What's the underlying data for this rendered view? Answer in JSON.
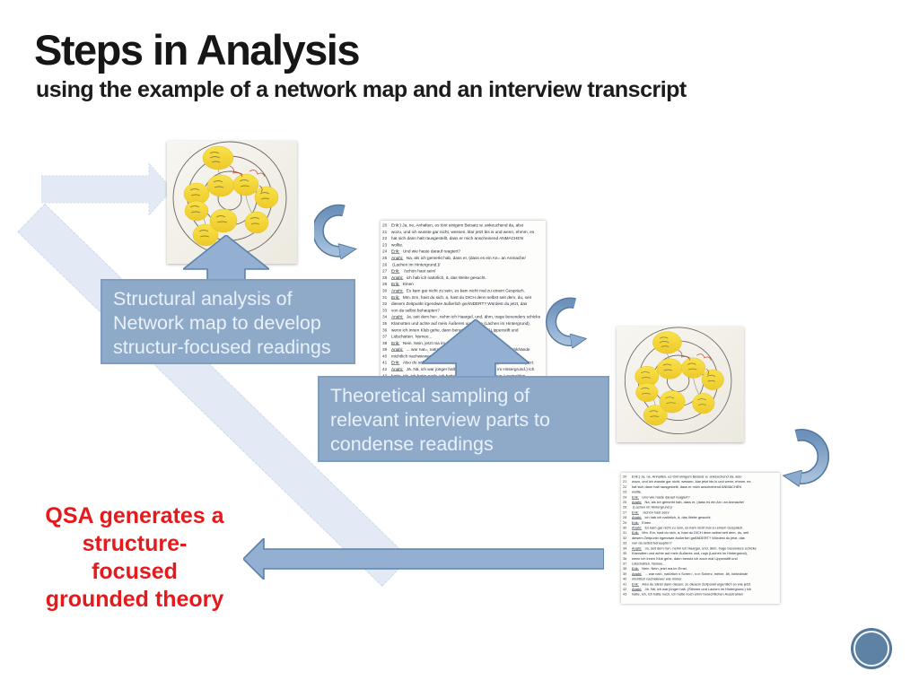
{
  "slide": {
    "title": "Steps in Analysis",
    "subtitle": "using the example of a network map and an interview transcript"
  },
  "boxes": {
    "box1": {
      "text": "Structural analysis of\nNetwork map to develop\nstructur-focused readings"
    },
    "box2": {
      "text": "Theoretical sampling of\nrelevant interview parts to\ncondense readings"
    }
  },
  "conclusion": {
    "text": "QSA generates a\nstructure-\nfocused\ngrounded theory"
  },
  "colors": {
    "boxblue": "#8faac9",
    "arrowblue": "#93b0d2",
    "pale": "#e3eaf5",
    "red": "#e41a1c",
    "badge": "#53789a",
    "sticky": "#f5da3e"
  },
  "transcript": {
    "lines": [
      {
        "n": 20,
        "s": "",
        "t": "Erik:) Ja, ne, Anhalten, es tönt einigem Beisatz w. ankeuchend da, also"
      },
      {
        "n": 21,
        "s": "",
        "t": "wozu, und ich wusste gar nicht, wessen, klar jetzt bis is und wenn, ehmm, es"
      },
      {
        "n": 22,
        "s": "",
        "t": "hat sich dann halt rausgestellt, dass er mich anscheinend ANMACHEN"
      },
      {
        "n": 23,
        "s": "",
        "t": "wollte."
      },
      {
        "n": 24,
        "s": "Erik",
        "t": "Und wie haste darauf reagiert?"
      },
      {
        "n": 25,
        "s": "Anahi",
        "t": "Na, als ich gemerkt hab, dass er,    (dass es ein An= an Anmache/"
      },
      {
        "n": 26,
        "s": "",
        "t": "                                     (Lachen im Hintergrund.)/"
      },
      {
        "n": 27,
        "s": "Erik",
        "t": "                              /schön hast sein/"
      },
      {
        "n": 28,
        "s": "Anahi",
        "t": "ich hab ich natürlich, ä, das Weite gesucht."
      },
      {
        "n": 29,
        "s": "Erik",
        "t": "Einen"
      },
      {
        "n": 30,
        "s": "Anahi",
        "t": "Es kam gar nicht zu sein, es kam nicht mal zu einem Gespräch."
      },
      {
        "n": 31,
        "s": "Erik",
        "t": "Mm. Em, hast du sich, a, hast du DICH denn selbst seit dem, du, seit"
      },
      {
        "n": 32,
        "s": "",
        "t": "diesem Zeitpunkt irgendwie äußerlich geÄNDERT? Würdest du jetzt, das"
      },
      {
        "n": 33,
        "s": "",
        "t": "von da selbst behaupten?"
      },
      {
        "n": 34,
        "s": "Anahi",
        "t": "Ja, seit dem ha=, nehm ich Haargel, und, ähm, trage besonders schicke"
      },
      {
        "n": 35,
        "s": "",
        "t": "Klamotten und achte auf mein Äußeres und, naja (Lachen im Hintergrund),"
      },
      {
        "n": 36,
        "s": "",
        "t": "wenn ich innen Klub gehe, dann benutz ich auch mal Lippenstift und"
      },
      {
        "n": 37,
        "s": "",
        "t": "Lidschatten. Nsmee..."
      },
      {
        "n": 38,
        "s": "Erik",
        "t": "Nein. Nein, jetzt ma im Ernst."
      },
      {
        "n": 39,
        "s": "Anahi",
        "t": "... war nat=, natürlich n Scher=, n=n Scherz, meine, äh, Ishkhände"
      },
      {
        "n": 40,
        "s": "",
        "t": "michtlich nachwiewer wie immer."
      },
      {
        "n": 41,
        "s": "Erik",
        "t": "Also du sähst dann diesen, zu diesem Zeitpunkt eigentlich so wie jetzt."
      },
      {
        "n": 42,
        "s": "Anahi",
        "t": "Jä. Nä, ich war jünger halt. (Stimme und Lachen im Hintergrund.) Ich"
      },
      {
        "n": 43,
        "s": "",
        "t": "hatte, ich, ich hatte noch, ich hatte noch ehm/ berechtlichen Ausstrahlen"
      }
    ]
  }
}
